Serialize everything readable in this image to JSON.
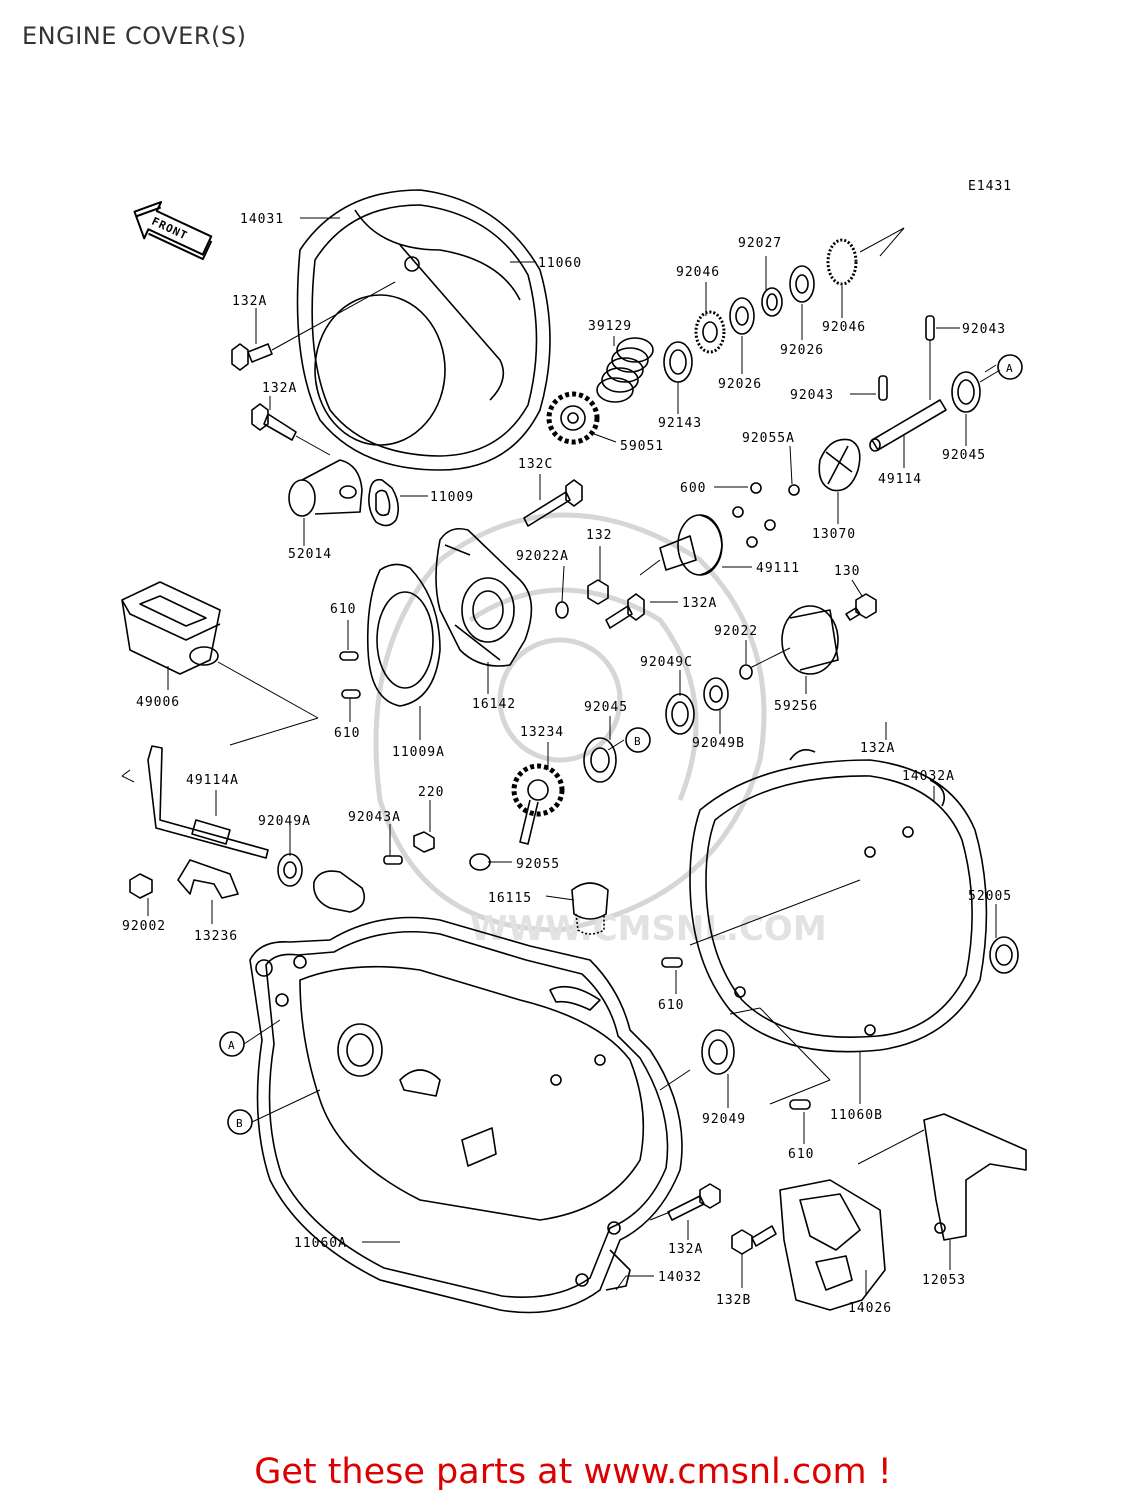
{
  "page": {
    "title": "ENGINE COVER(S)"
  },
  "diagram": {
    "code": "E1431",
    "front_arrow_label": "FRONT",
    "watermark": "WWW.CMSNL.COM",
    "part_labels": [
      "14031",
      "11060",
      "92027",
      "92046",
      "92046",
      "39129",
      "92026",
      "92026",
      "92143",
      "59051",
      "92043",
      "92043",
      "92045",
      "49114",
      "132A",
      "132A",
      "11009",
      "52014",
      "132C",
      "92055A",
      "600",
      "13070",
      "92022A",
      "132",
      "49111",
      "132A",
      "130",
      "610",
      "610",
      "11009A",
      "16142",
      "92022",
      "59256",
      "92049C",
      "92049B",
      "92045",
      "13234",
      "132A",
      "14032A",
      "49006",
      "49114A",
      "92049A",
      "92043A",
      "220",
      "92055",
      "92002",
      "13236",
      "16115",
      "52005",
      "610",
      "11060B",
      "92049",
      "610",
      "11060A",
      "132A",
      "14032",
      "132B",
      "14026",
      "12053"
    ],
    "markers": [
      "A",
      "A",
      "B",
      "B"
    ]
  },
  "footer": {
    "promo_text": "Get these parts at www.cmsnl.com !"
  }
}
